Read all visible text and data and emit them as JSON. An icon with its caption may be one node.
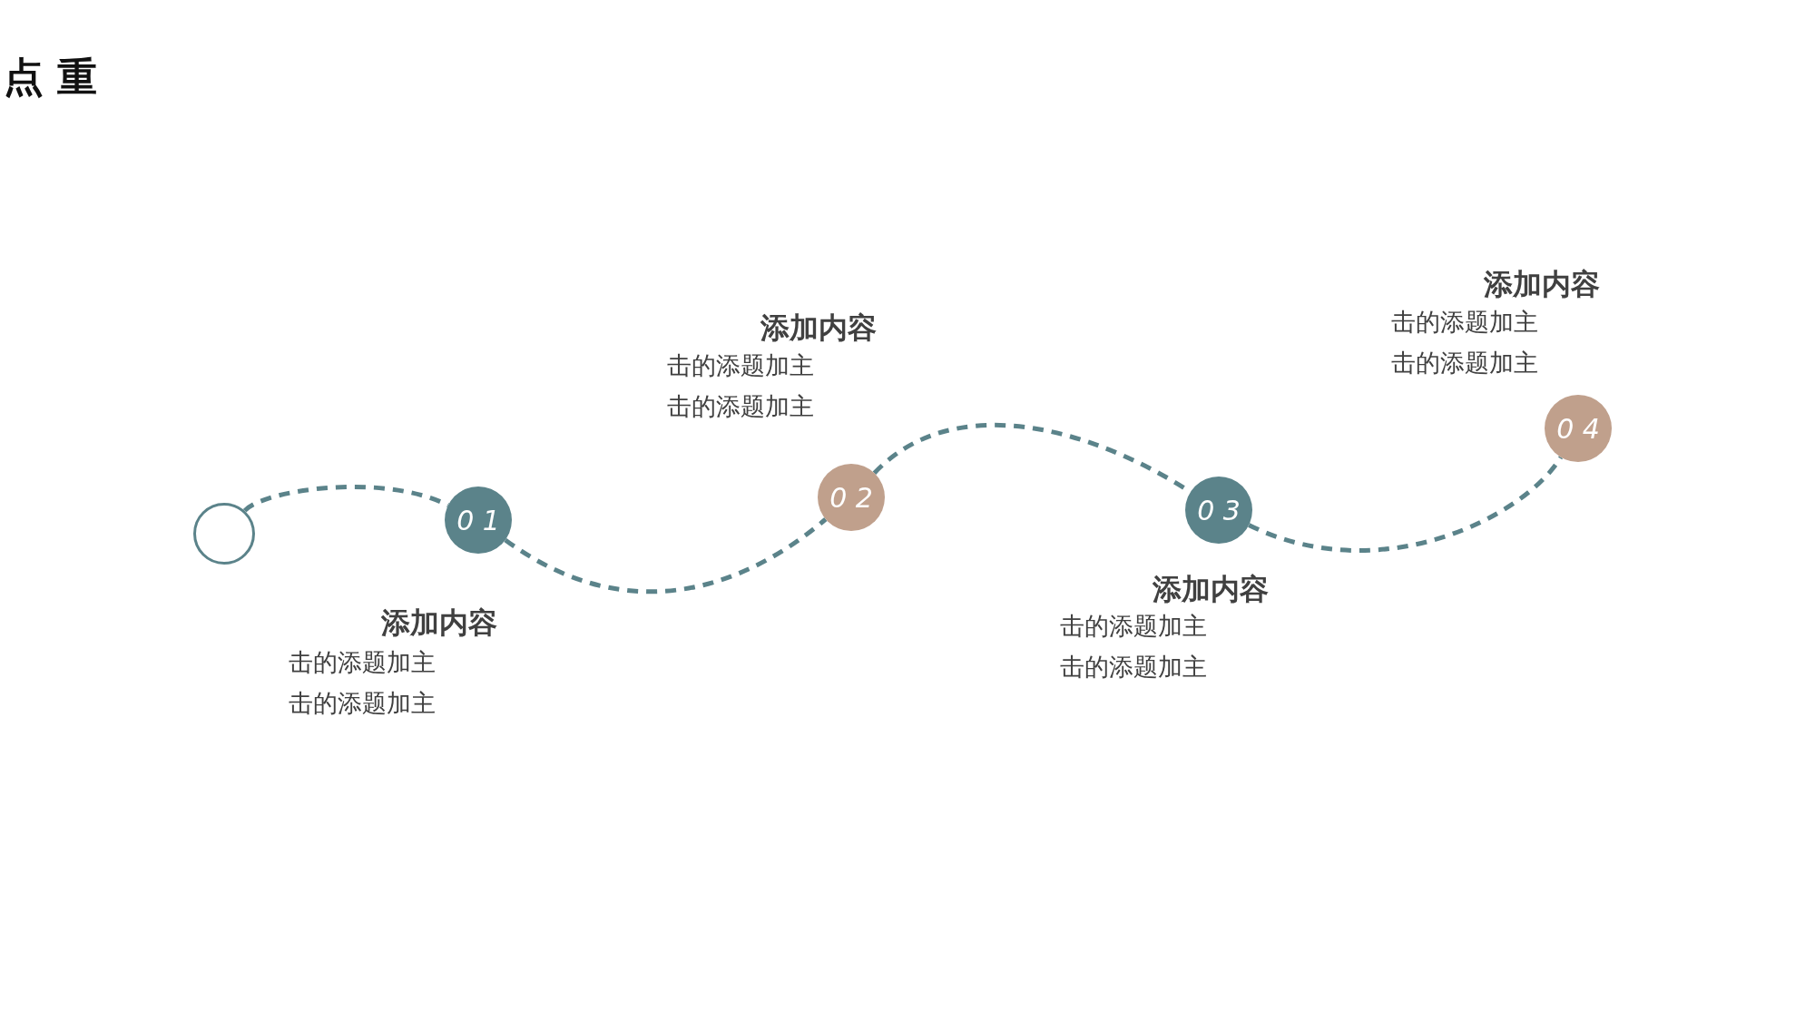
{
  "diagram": {
    "title": "点 重",
    "nodes": [
      {
        "text": [],
        "shape": "circle"
      },
      {
        "text": [
          "0 1"
        ],
        "beside": [
          "添加内容",
          "击的添题加主",
          "击的添题加主"
        ]
      },
      {
        "text": [
          "0 2"
        ],
        "beside": [
          "添加内容",
          "击的添题加主",
          "击的添题加主"
        ]
      },
      {
        "text": [
          "0 3"
        ],
        "beside": [
          "添加内容",
          "击的添题加主",
          "击的添题加主"
        ]
      },
      {
        "text": [
          "0 4"
        ],
        "beside": [
          "添加内容",
          "击的添题加主",
          "击的添题加主"
        ]
      }
    ],
    "edges": [
      {
        "from": 0,
        "to": 1,
        "arrow": "none",
        "style": "dashed"
      },
      {
        "from": 1,
        "to": 2,
        "arrow": "none",
        "style": "dashed"
      },
      {
        "from": 2,
        "to": 3,
        "arrow": "none",
        "style": "dashed"
      },
      {
        "from": 3,
        "to": 4,
        "arrow": "none",
        "style": "dashed"
      }
    ]
  }
}
